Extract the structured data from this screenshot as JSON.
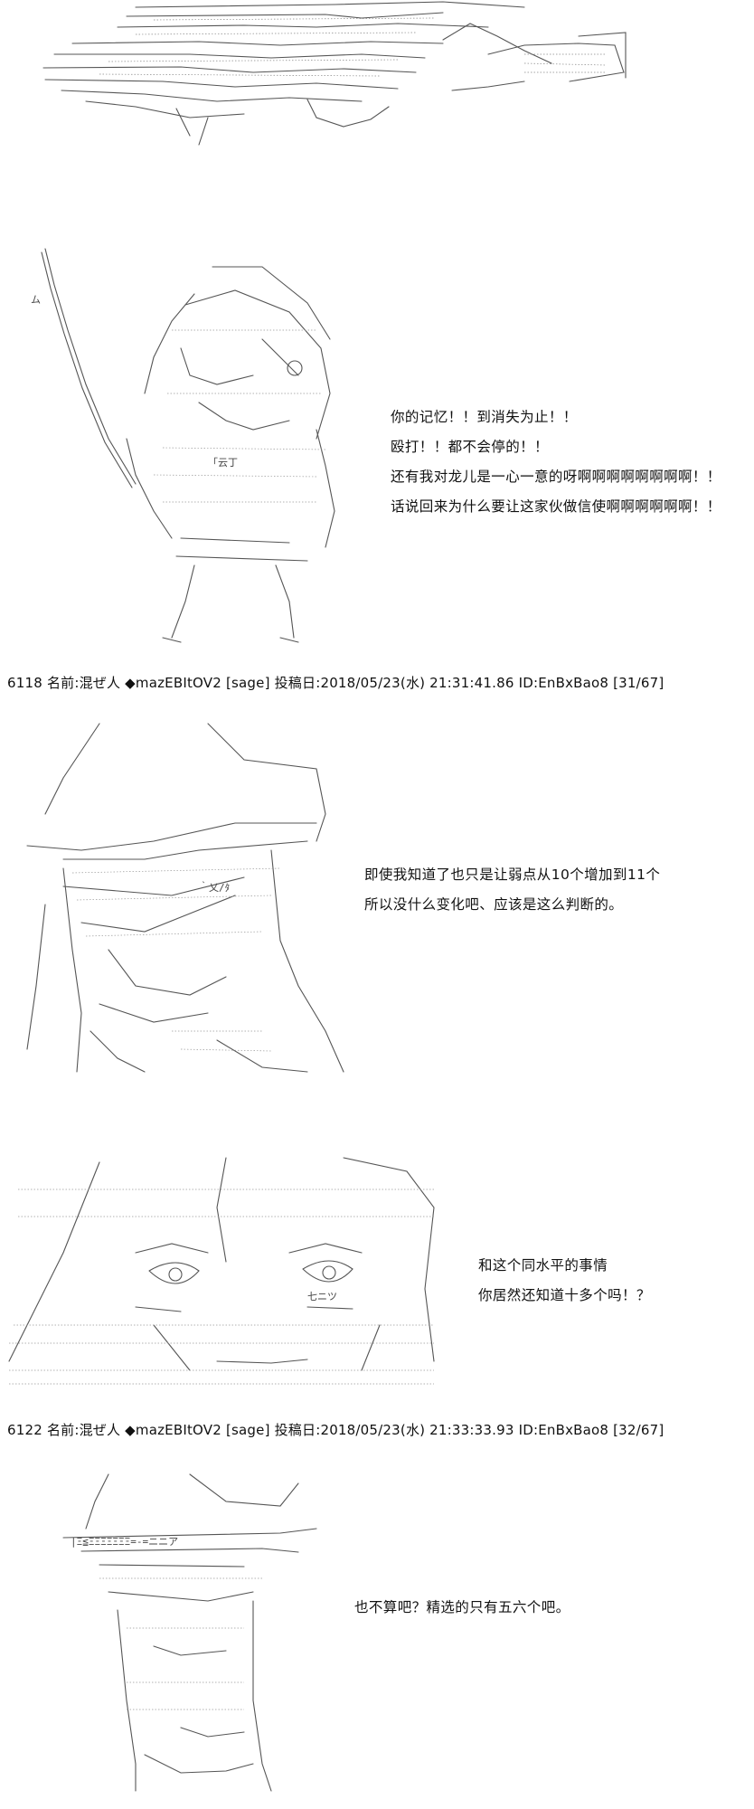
{
  "post_headers": [
    "6118 名前:混ぜ人 ◆mazEBItOV2 [sage] 投稿日:2018/05/23(水) 21:31:41.86 ID:EnBxBao8 [31/67]",
    "6122 名前:混ぜ人 ◆mazEBItOV2 [sage] 投稿日:2018/05/23(水) 21:33:33.93 ID:EnBxBao8 [32/67]"
  ],
  "dialogue_1": [
    "你的记忆！！到消失为止！！",
    "殴打！！都不会停的！！",
    "还有我对龙儿是一心一意的呀啊啊啊啊啊啊啊啊！！",
    "话说回来为什么要让这家伙做信使啊啊啊啊啊啊！！"
  ],
  "dialogue_2": [
    "即使我知道了也只是让弱点从10个增加到11个",
    "所以没什么变化吧、应该是这么判断的。"
  ],
  "dialogue_3": [
    "和这个同水平的事情",
    "你居然还知道十多个吗！？"
  ],
  "dialogue_4": [
    "也不算吧？精选的只有五六个吧。"
  ],
  "art_text": {
    "scene_1_label": "ム",
    "scene_2_label": "「云丁",
    "scene_3_label": "｀乂/ﾀ",
    "scene_4_label": "七ニツ",
    "scene_5_label": "|Ξ≦ΞΞΞΞΞΞΞ=-=ニニア"
  }
}
